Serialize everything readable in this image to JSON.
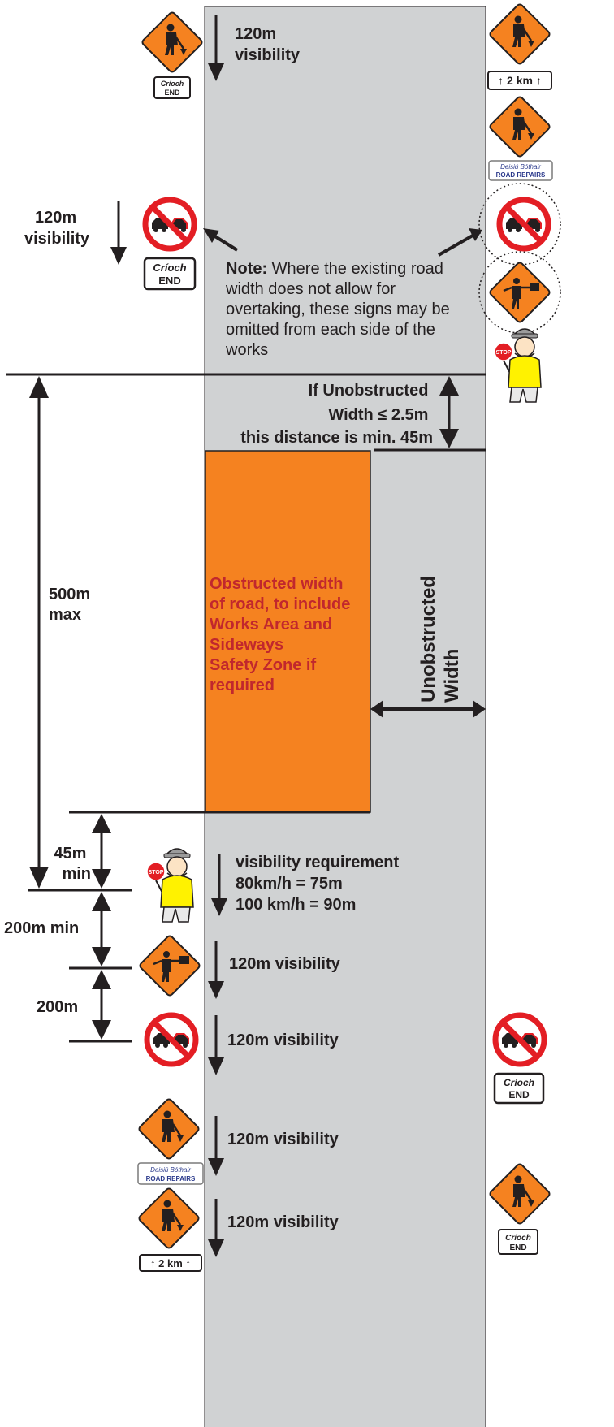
{
  "labels": {
    "vis_top": [
      "120m",
      "visibility"
    ],
    "vis_left": [
      "120m",
      "visibility"
    ],
    "note_bold": "Note:",
    "note_lines": [
      " Where the existing road",
      "width does not allow for",
      "overtaking, these signs may be",
      "omitted from each side of the",
      "works"
    ],
    "cond_lines": [
      "If Unobstructed",
      "Width ≤ 2.5m",
      "this distance is min. 45m"
    ],
    "obstructed_lines": [
      "Obstructed width",
      "of road, to include",
      "Works Area and",
      "Sideways",
      "Safety Zone if",
      "required"
    ],
    "unobstructed_lines": [
      "Unobstructed",
      "Width"
    ],
    "max500": [
      "500m",
      "max"
    ],
    "min45": [
      "45m",
      "min"
    ],
    "min200": "200m min",
    "d200": "200m",
    "vis_req": [
      "visibility requirement",
      "80km/h = 75m",
      "100 km/h = 90m"
    ],
    "vis120": "120m visibility"
  },
  "plates": {
    "end_irish": "Críoch",
    "end_english": "END",
    "repairs_irish": "Deisiú Bóthair",
    "repairs_english": "ROAD REPAIRS",
    "distance": "2 km"
  },
  "icons": {
    "roadworks": "roadworks-worker-sign",
    "flagman": "flagman-sign",
    "no_overtaking": "no-overtaking-sign",
    "stop_go": "stop-go-operator-icon",
    "arrow": "down-arrow-icon"
  },
  "colors": {
    "road": "#d0d2d3",
    "works_area": "#f58220",
    "sign_orange": "#f58220",
    "prohibition_red": "#e31e24",
    "text": "#231f20",
    "obstructed_text": "#c1272d"
  }
}
